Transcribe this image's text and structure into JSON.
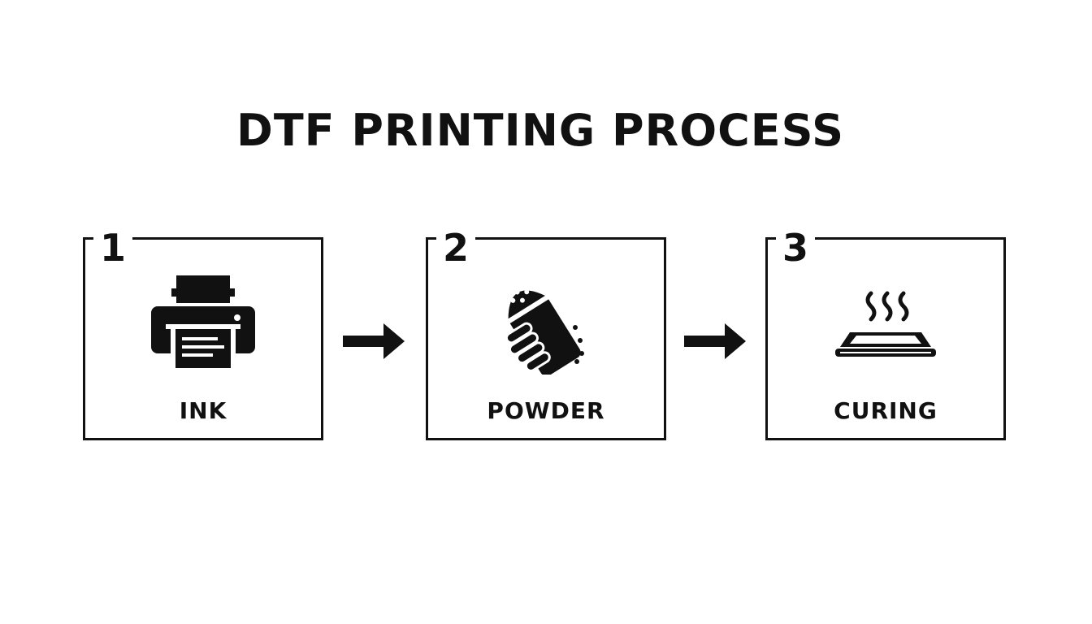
{
  "title": "DTF PRINTING PROCESS",
  "steps": [
    {
      "number": "1",
      "label": "INK",
      "icon": "printer-icon"
    },
    {
      "number": "2",
      "label": "POWDER",
      "icon": "powder-shaker-icon"
    },
    {
      "number": "3",
      "label": "CURING",
      "icon": "curing-oven-icon"
    }
  ],
  "arrows": [
    "arrow-right-icon",
    "arrow-right-icon"
  ],
  "colors": {
    "ink": "#111111",
    "background": "#ffffff"
  }
}
